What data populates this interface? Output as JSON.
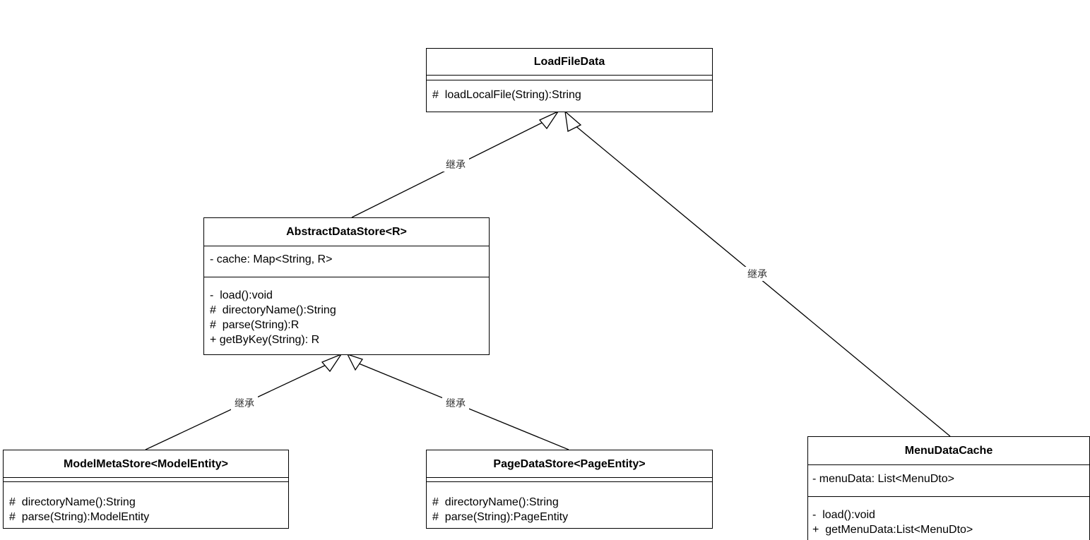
{
  "diagram": {
    "classes": {
      "load_file_data": {
        "name": "LoadFileData",
        "attributes": [],
        "methods": [
          "#  loadLocalFile(String):String"
        ]
      },
      "abstract_data_store": {
        "name": "AbstractDataStore<R>",
        "attributes": [
          "- cache: Map<String, R>"
        ],
        "methods": [
          "-  load():void",
          "#  directoryName():String",
          "#  parse(String):R",
          "+ getByKey(String): R"
        ]
      },
      "model_meta_store": {
        "name": "ModelMetaStore<ModelEntity>",
        "attributes": [],
        "methods": [
          "#  directoryName():String",
          "#  parse(String):ModelEntity"
        ]
      },
      "page_data_store": {
        "name": "PageDataStore<PageEntity>",
        "attributes": [],
        "methods": [
          "#  directoryName():String",
          "#  parse(String):PageEntity"
        ]
      },
      "menu_data_cache": {
        "name": "MenuDataCache",
        "attributes": [
          "- menuData: List<MenuDto>"
        ],
        "methods": [
          "-  load():void",
          "+  getMenuData:List<MenuDto>"
        ]
      }
    },
    "relations": [
      {
        "from": "abstract_data_store",
        "to": "load_file_data",
        "type": "inheritance",
        "label": "继承"
      },
      {
        "from": "menu_data_cache",
        "to": "load_file_data",
        "type": "inheritance",
        "label": "继承"
      },
      {
        "from": "model_meta_store",
        "to": "abstract_data_store",
        "type": "inheritance",
        "label": "继承"
      },
      {
        "from": "page_data_store",
        "to": "abstract_data_store",
        "type": "inheritance",
        "label": "继承"
      }
    ]
  }
}
